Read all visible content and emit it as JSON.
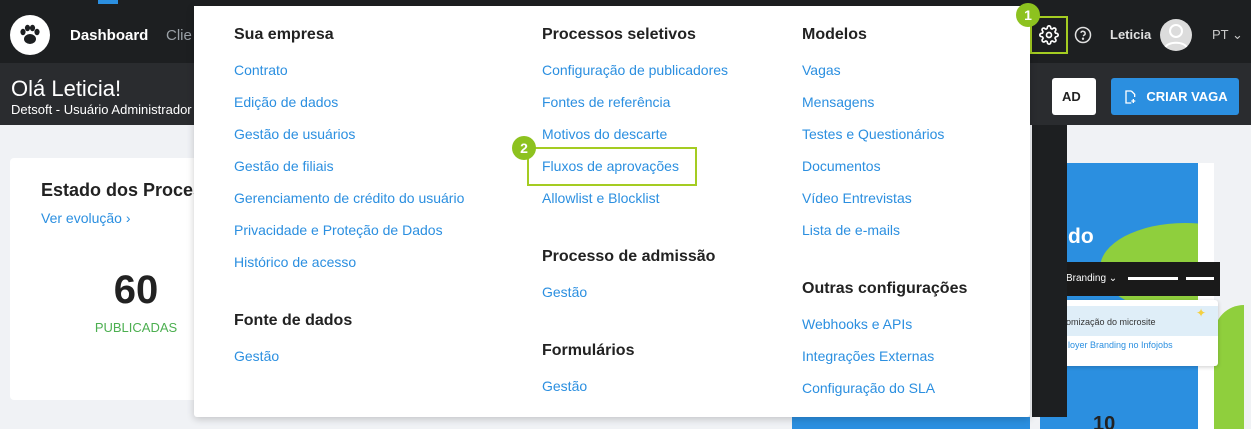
{
  "nav": {
    "dashboard": "Dashboard",
    "clientes_partial": "Clie",
    "user_name": "Leticia",
    "language": "PT"
  },
  "greeting": {
    "title": "Olá Leticia!",
    "subtitle": "Detsoft - Usuário Administrador"
  },
  "actions": {
    "ad_button_partial": "AD",
    "criar_vaga": "CRIAR VAGA"
  },
  "card": {
    "title": "Estado dos Processos",
    "link": "Ver evolução ›",
    "count": "60",
    "count_label": "PUBLICADAS"
  },
  "promo": {
    "title_partial": "do",
    "mock_label": "Branding ⌄",
    "mock_row1": "omização do microsite",
    "mock_row2": "loyer Branding no Infojobs",
    "number_partial": "10"
  },
  "badges": {
    "one": "1",
    "two": "2"
  },
  "menu": {
    "col1": {
      "title": "Sua empresa",
      "items": [
        "Contrato",
        "Edição de dados",
        "Gestão de usuários",
        "Gestão de filiais",
        "Gerenciamento de crédito do usuário",
        "Privacidade e Proteção de Dados",
        "Histórico de acesso"
      ],
      "title2": "Fonte de dados",
      "items2": [
        "Gestão"
      ]
    },
    "col2": {
      "title": "Processos seletivos",
      "items": [
        "Configuração de publicadores",
        "Fontes de referência",
        "Motivos do descarte",
        "Fluxos de aprovações",
        "Allowlist e Blocklist"
      ],
      "title2": "Processo de admissão",
      "items2": [
        "Gestão"
      ],
      "title3": "Formulários",
      "items3": [
        "Gestão"
      ]
    },
    "col3": {
      "title": "Modelos",
      "items": [
        "Vagas",
        "Mensagens",
        "Testes e Questionários",
        "Documentos",
        "Vídeo Entrevistas",
        "Lista de e-mails"
      ],
      "title2": "Outras configurações",
      "items2": [
        "Webhooks e APIs",
        "Integrações Externas",
        "Configuração do SLA"
      ]
    }
  },
  "colors": {
    "accent_blue": "#2b8fe0",
    "highlight_green": "#a4cc22",
    "topbar": "#1d1f21"
  },
  "icons": {
    "logo": "paw-icon",
    "settings": "gear-icon",
    "help": "help-circle-icon",
    "avatar": "user-avatar-icon",
    "language_caret": "chevron-down-icon",
    "create": "document-plus-icon"
  }
}
